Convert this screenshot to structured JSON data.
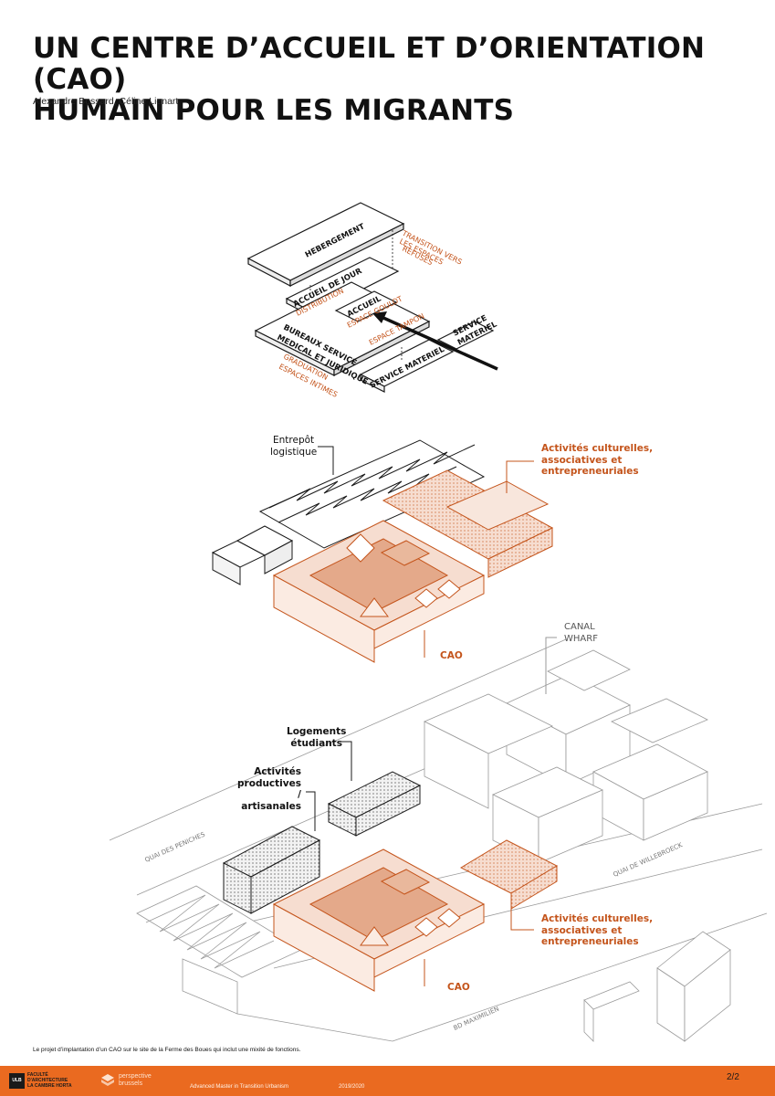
{
  "header": {
    "title_line1": "UN CENTRE D’ACCUEIL ET D’ORIENTATION (CAO)",
    "title_line2": "HUMAIN POUR LES MIGRANTS",
    "authors": "Alexandre Bossard, Céline Lienart"
  },
  "diagram": {
    "hebergement": "HEBERGEMENT",
    "transition": [
      "TRANSITION VERS",
      "LES ESPACES",
      "REFUSES"
    ],
    "accueil_de_jour": "ACCUEIL DE JOUR",
    "distribution": "DISTRIBUTION",
    "accueil": "ACCUEIL",
    "espace_goulot": "ESPACE GOULOT",
    "espace_tampon": "ESPACE TAMPON",
    "service_materiel_small": [
      "SERVICE",
      "MATERIEL"
    ],
    "bureaux": [
      "BUREAUX SERVICE",
      "MEDICAL ET JURIDIQUE"
    ],
    "graduation": [
      "GRADUATION",
      "ESPACES INTIMES"
    ],
    "service_materiel": "SERVICE MATERIEL"
  },
  "axonometry_top": {
    "entrepot": [
      "Entrepôt",
      "logistique"
    ],
    "activites_culturelles": [
      "Activités culturelles,",
      "associatives et",
      "entrepreneuriales"
    ],
    "cao": "CAO"
  },
  "axonometry_bottom": {
    "canal_wharf": [
      "CANAL",
      "WHARF"
    ],
    "logements": [
      "Logements",
      "étudiants"
    ],
    "activites_productives": [
      "Activités",
      "productives /",
      "artisanales"
    ],
    "quai_peniches": "QUAI DES PENICHES",
    "quai_willebroeck": "QUAI DE WILLEBROECK",
    "bvd_maximilien": "BD MAXIMILIEN",
    "activites_culturelles": [
      "Activités culturelles,",
      "associatives et",
      "entrepreneuriales"
    ],
    "cao": "CAO"
  },
  "caption": "Le projet d’implantation d’un CAO sur le site de la Ferme des Boues qui inclut une mixité de fonctions.",
  "footer": {
    "ulb_logo": "ULB",
    "faculty": [
      "FACULTÉ",
      "D'ARCHITECTURE",
      "LA CAMBRE HORTA"
    ],
    "pb_name": [
      "perspective",
      "brussels"
    ],
    "program": "Advanced Master in Transition Urbanism",
    "year": "2019/2020",
    "page": "2/2"
  },
  "colors": {
    "accent": "#c4541b",
    "footer": "#ea6a20",
    "fill_light": "#f6ddd0",
    "fill_mid": "#e4a98a"
  }
}
